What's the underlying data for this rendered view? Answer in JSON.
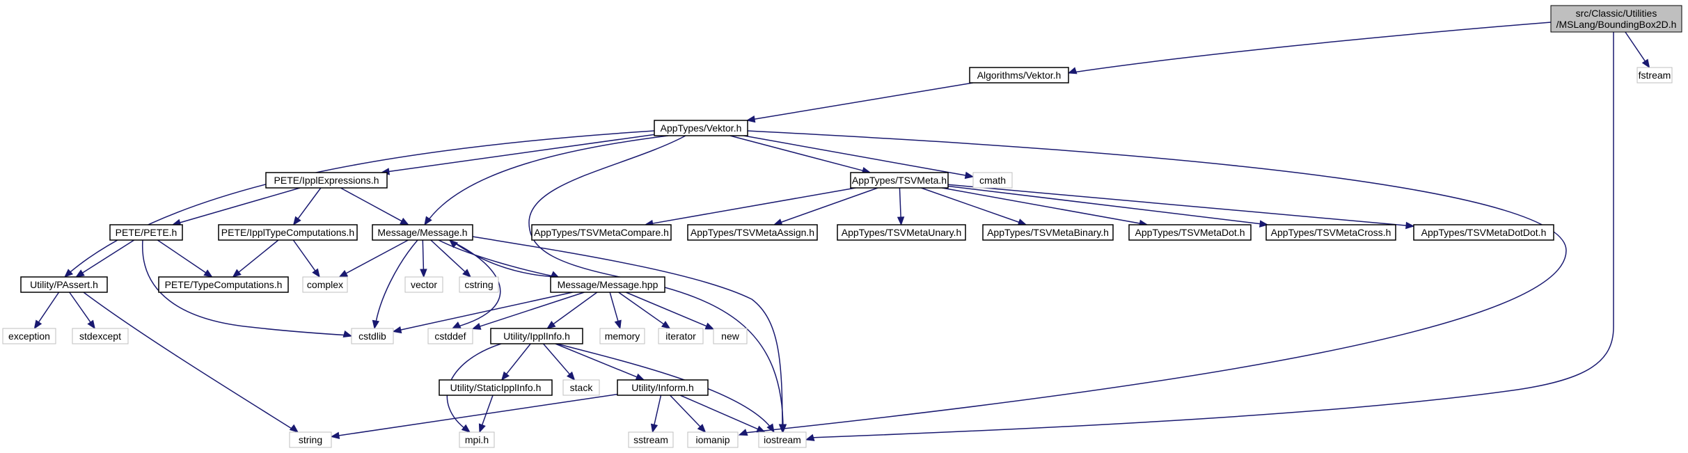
{
  "nodes": {
    "boundingbox": {
      "label_lines": [
        "src/Classic/Utilities",
        "/MSLang/BoundingBox2D.h"
      ],
      "style": "root"
    },
    "algorithms_vektor": {
      "label": "Algorithms/Vektor.h",
      "style": "header"
    },
    "fstream": {
      "label": "fstream",
      "style": "system"
    },
    "apptypes_vektor": {
      "label": "AppTypes/Vektor.h",
      "style": "header"
    },
    "ippl_expressions": {
      "label": "PETE/IpplExpressions.h",
      "style": "header"
    },
    "tsvmeta": {
      "label": "AppTypes/TSVMeta.h",
      "style": "header"
    },
    "cmath": {
      "label": "cmath",
      "style": "system"
    },
    "pete": {
      "label": "PETE/PETE.h",
      "style": "header"
    },
    "ippl_type_computations": {
      "label": "PETE/IpplTypeComputations.h",
      "style": "header"
    },
    "message_h": {
      "label": "Message/Message.h",
      "style": "header"
    },
    "tsvmeta_compare": {
      "label": "AppTypes/TSVMetaCompare.h",
      "style": "header"
    },
    "tsvmeta_assign": {
      "label": "AppTypes/TSVMetaAssign.h",
      "style": "header"
    },
    "tsvmeta_unary": {
      "label": "AppTypes/TSVMetaUnary.h",
      "style": "header"
    },
    "tsvmeta_binary": {
      "label": "AppTypes/TSVMetaBinary.h",
      "style": "header"
    },
    "tsvmeta_dot": {
      "label": "AppTypes/TSVMetaDot.h",
      "style": "header"
    },
    "tsvmeta_cross": {
      "label": "AppTypes/TSVMetaCross.h",
      "style": "header"
    },
    "tsvmeta_dotdot": {
      "label": "AppTypes/TSVMetaDotDot.h",
      "style": "header"
    },
    "passert": {
      "label": "Utility/PAssert.h",
      "style": "header"
    },
    "type_computations": {
      "label": "PETE/TypeComputations.h",
      "style": "header"
    },
    "complex": {
      "label": "complex",
      "style": "system"
    },
    "vector": {
      "label": "vector",
      "style": "system"
    },
    "cstring": {
      "label": "cstring",
      "style": "system"
    },
    "message_hpp": {
      "label": "Message/Message.hpp",
      "style": "header"
    },
    "exception": {
      "label": "exception",
      "style": "system"
    },
    "stdexcept": {
      "label": "stdexcept",
      "style": "system"
    },
    "cstdlib": {
      "label": "cstdlib",
      "style": "system"
    },
    "cstddef": {
      "label": "cstddef",
      "style": "system"
    },
    "ippl_info": {
      "label": "Utility/IpplInfo.h",
      "style": "header"
    },
    "memory": {
      "label": "memory",
      "style": "system"
    },
    "iterator": {
      "label": "iterator",
      "style": "system"
    },
    "new": {
      "label": "new",
      "style": "system"
    },
    "static_ippl_info": {
      "label": "Utility/StaticIpplInfo.h",
      "style": "header"
    },
    "stack": {
      "label": "stack",
      "style": "system"
    },
    "inform": {
      "label": "Utility/Inform.h",
      "style": "header"
    },
    "string": {
      "label": "string",
      "style": "system"
    },
    "mpi": {
      "label": "mpi.h",
      "style": "system"
    },
    "sstream": {
      "label": "sstream",
      "style": "system"
    },
    "iomanip": {
      "label": "iomanip",
      "style": "system"
    },
    "iostream": {
      "label": "iostream",
      "style": "system"
    }
  },
  "edges": [
    [
      "boundingbox",
      "algorithms_vektor"
    ],
    [
      "boundingbox",
      "fstream"
    ],
    [
      "boundingbox",
      "iostream"
    ],
    [
      "algorithms_vektor",
      "apptypes_vektor"
    ],
    [
      "apptypes_vektor",
      "ippl_expressions"
    ],
    [
      "apptypes_vektor",
      "tsvmeta"
    ],
    [
      "apptypes_vektor",
      "cmath"
    ],
    [
      "apptypes_vektor",
      "message_h"
    ],
    [
      "apptypes_vektor",
      "passert"
    ],
    [
      "apptypes_vektor",
      "iostream"
    ],
    [
      "apptypes_vektor",
      "iomanip"
    ],
    [
      "ippl_expressions",
      "pete"
    ],
    [
      "ippl_expressions",
      "ippl_type_computations"
    ],
    [
      "ippl_expressions",
      "message_h"
    ],
    [
      "tsvmeta",
      "tsvmeta_compare"
    ],
    [
      "tsvmeta",
      "tsvmeta_assign"
    ],
    [
      "tsvmeta",
      "tsvmeta_unary"
    ],
    [
      "tsvmeta",
      "tsvmeta_binary"
    ],
    [
      "tsvmeta",
      "tsvmeta_dot"
    ],
    [
      "tsvmeta",
      "tsvmeta_cross"
    ],
    [
      "tsvmeta",
      "tsvmeta_dotdot"
    ],
    [
      "pete",
      "passert"
    ],
    [
      "pete",
      "type_computations"
    ],
    [
      "pete",
      "cstdlib"
    ],
    [
      "ippl_type_computations",
      "type_computations"
    ],
    [
      "ippl_type_computations",
      "complex"
    ],
    [
      "message_h",
      "complex"
    ],
    [
      "message_h",
      "vector"
    ],
    [
      "message_h",
      "cstring"
    ],
    [
      "message_h",
      "message_hpp"
    ],
    [
      "message_h",
      "cstdlib"
    ],
    [
      "message_h",
      "cstddef"
    ],
    [
      "message_h",
      "iostream"
    ],
    [
      "message_hpp",
      "message_h"
    ],
    [
      "message_hpp",
      "cstdlib"
    ],
    [
      "message_hpp",
      "cstddef"
    ],
    [
      "message_hpp",
      "ippl_info"
    ],
    [
      "message_hpp",
      "memory"
    ],
    [
      "message_hpp",
      "iterator"
    ],
    [
      "message_hpp",
      "new"
    ],
    [
      "passert",
      "exception"
    ],
    [
      "passert",
      "stdexcept"
    ],
    [
      "passert",
      "string"
    ],
    [
      "ippl_info",
      "static_ippl_info"
    ],
    [
      "ippl_info",
      "stack"
    ],
    [
      "ippl_info",
      "inform"
    ],
    [
      "ippl_info",
      "mpi"
    ],
    [
      "ippl_info",
      "iostream"
    ],
    [
      "static_ippl_info",
      "mpi"
    ],
    [
      "inform",
      "string"
    ],
    [
      "inform",
      "sstream"
    ],
    [
      "inform",
      "iomanip"
    ],
    [
      "inform",
      "iostream"
    ]
  ],
  "colors": {
    "edge": "#191970",
    "root_fill": "#bfbfbf",
    "root_border": "#000000",
    "header_border": "#000000",
    "system_border": "#bfbfbf",
    "text": "#000000"
  }
}
